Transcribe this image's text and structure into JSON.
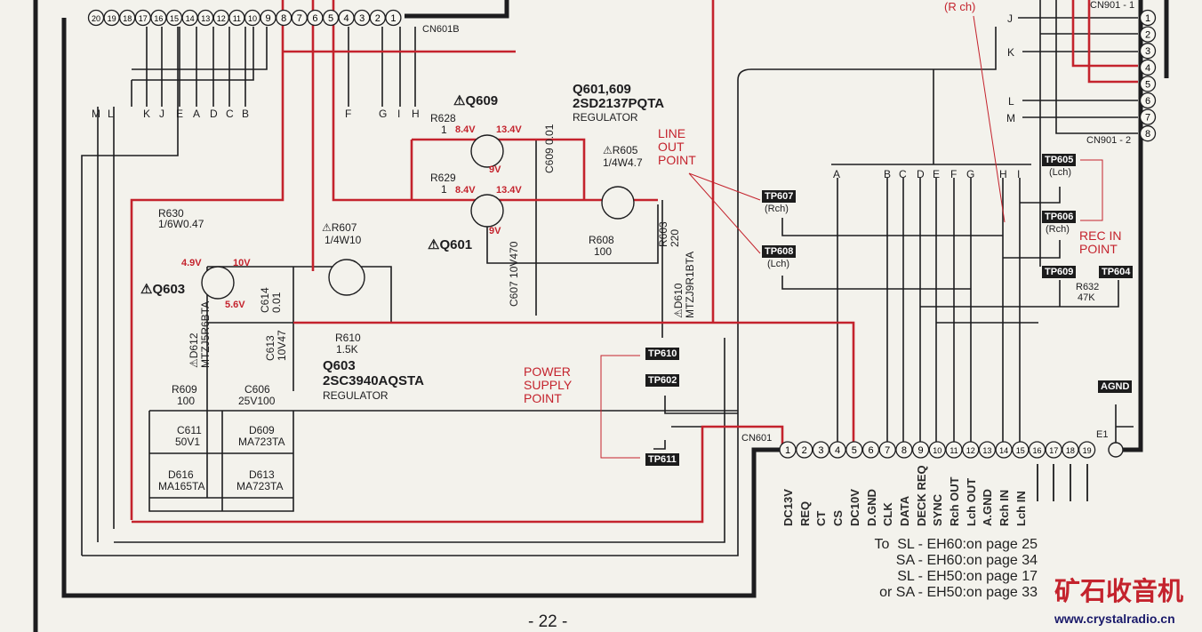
{
  "connectors": {
    "cn601b": {
      "label": "CN601B",
      "pins": [
        "20",
        "19",
        "18",
        "17",
        "16",
        "15",
        "14",
        "13",
        "12",
        "11",
        "10",
        "9",
        "8",
        "7",
        "6",
        "5",
        "4",
        "3",
        "2",
        "1"
      ],
      "letters_left": [
        "M",
        "L",
        "K",
        "J",
        "E",
        "A",
        "D",
        "C",
        "B"
      ],
      "letters_right": [
        "F",
        "G",
        "I",
        "H"
      ]
    },
    "cn601": {
      "label": "CN601",
      "pins": [
        "1",
        "2",
        "3",
        "4",
        "5",
        "6",
        "7",
        "8",
        "9",
        "10",
        "11",
        "12",
        "13",
        "14",
        "15",
        "16",
        "17",
        "18",
        "19"
      ],
      "signals": [
        "DC13V",
        "REQ",
        "CT",
        "CS",
        "DC10V",
        "D.GND",
        "CLK",
        "DATA",
        "DECK REQ",
        "SYNC",
        "Rch OUT",
        "Lch OUT",
        "A.GND",
        "Rch IN",
        "Lch IN"
      ]
    },
    "cn901": {
      "label_top": "CN901 - 1",
      "label_bottom": "CN901 - 2",
      "pins": [
        "1",
        "2",
        "3",
        "4",
        "5",
        "6",
        "7",
        "8"
      ],
      "letters": [
        "J",
        "K",
        "L",
        "M"
      ]
    },
    "bus_letters": [
      "A",
      "B",
      "C",
      "D",
      "E",
      "F",
      "G",
      "H",
      "I"
    ],
    "e1": "E1"
  },
  "transistors": {
    "q601_609": {
      "name": "Q601,609",
      "part": "2SD2137PQTA",
      "role": "REGULATOR"
    },
    "q609": "Q609",
    "q601": "Q601",
    "q603_label": "Q603",
    "q603": {
      "name": "Q603",
      "part": "2SC3940AQSTA",
      "role": "REGULATOR"
    }
  },
  "components": {
    "r628": [
      "R628",
      "1"
    ],
    "r629": [
      "R629",
      "1"
    ],
    "c609": [
      "C609",
      "0.01"
    ],
    "r605": [
      "R605",
      "1/4W4.7"
    ],
    "r608": [
      "R608",
      "100"
    ],
    "r603": [
      "R603",
      "220"
    ],
    "c607": [
      "C607",
      "10V470"
    ],
    "d610": [
      "D610",
      "MTZJ9R1BTA"
    ],
    "r630": [
      "R630",
      "1/6W0.47"
    ],
    "r607": [
      "R607",
      "1/4W10"
    ],
    "c614": [
      "C614",
      "0.01"
    ],
    "d612": [
      "D612",
      "MTZJ5R6BTA"
    ],
    "c613": [
      "C613",
      "10V47"
    ],
    "r610": [
      "R610",
      "1.5K"
    ],
    "r609": [
      "R609",
      "100"
    ],
    "c606": [
      "C606",
      "25V100"
    ],
    "c611": [
      "C611",
      "50V1"
    ],
    "d609": [
      "D609",
      "MA723TA"
    ],
    "d616": [
      "D616",
      "MA165TA"
    ],
    "d613": [
      "D613",
      "MA723TA"
    ],
    "r632": [
      "R632",
      "47K"
    ]
  },
  "voltages": {
    "q609_b": "8.4V",
    "q609_c": "13.4V",
    "q609_e": "9V",
    "q601_b": "8.4V",
    "q601_c": "13.4V",
    "q601_e": "9V",
    "q603_b": "4.9V",
    "q603_c": "10V",
    "q603_e": "5.6V"
  },
  "test_points": {
    "tp610": "TP610",
    "tp602": "TP602",
    "tp611": "TP611",
    "tp607": "TP607",
    "tp607_sub": "(Rch)",
    "tp608": "TP608",
    "tp608_sub": "(Lch)",
    "tp605": "TP605",
    "tp605_sub": "(Lch)",
    "tp606": "TP606",
    "tp606_sub": "(Rch)",
    "tp609": "TP609",
    "tp604": "TP604",
    "agnd": "AGND"
  },
  "annotations": {
    "line_out": [
      "LINE",
      "OUT",
      "POINT"
    ],
    "power_supply": [
      "POWER",
      "SUPPLY",
      "POINT"
    ],
    "rec_in": [
      "REC IN",
      "POINT"
    ],
    "rch_top": "(R ch)"
  },
  "footer": {
    "refs": [
      "To  SL - EH60:on page 25",
      "SA - EH60:on page 34",
      "SL - EH50:on page 17",
      "or SA - EH50:on page 33"
    ],
    "page": "- 22 -"
  },
  "watermark": {
    "cn": "矿石收音机",
    "url": "www.crystalradio.cn"
  },
  "colors": {
    "signal_red": "#c4232d",
    "wire": "#1d1d1f",
    "paper": "#f3f2ec"
  }
}
